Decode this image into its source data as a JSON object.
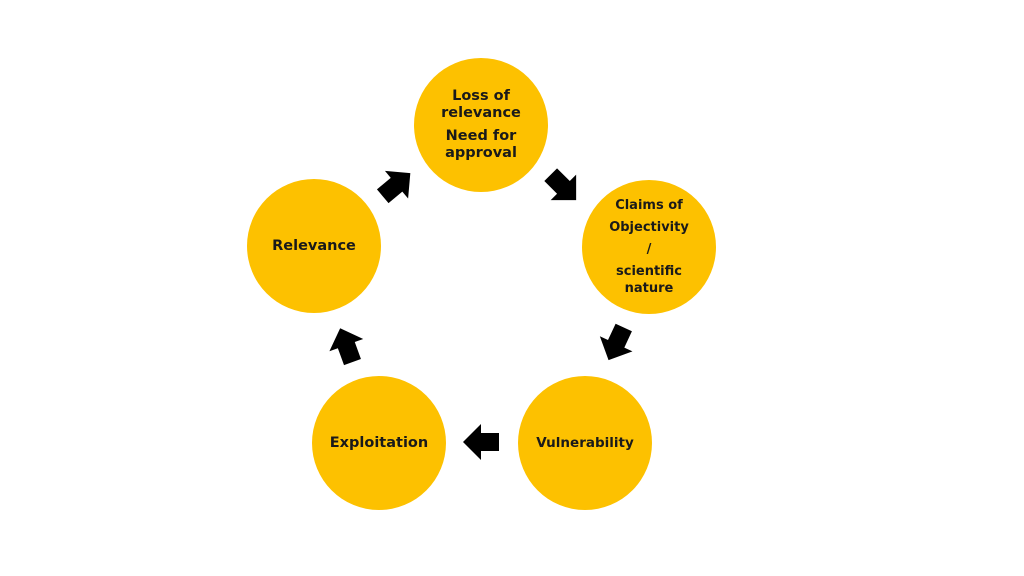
{
  "nodes": {
    "top": {
      "line1": "Loss of",
      "line2": "relevance",
      "line3": "Need for",
      "line4": "approval"
    },
    "right": {
      "line1": "Claims of",
      "line2": "Objectivity",
      "line3": "/",
      "line4": "scientific",
      "line5": "nature"
    },
    "bottom_right": {
      "label": "Vulnerability"
    },
    "bottom_left": {
      "label": "Exploitation"
    },
    "left": {
      "label": "Relevance"
    }
  },
  "colors": {
    "node_fill": "#FDC100",
    "arrow_fill": "#000000",
    "text": "#1a1a1a"
  }
}
